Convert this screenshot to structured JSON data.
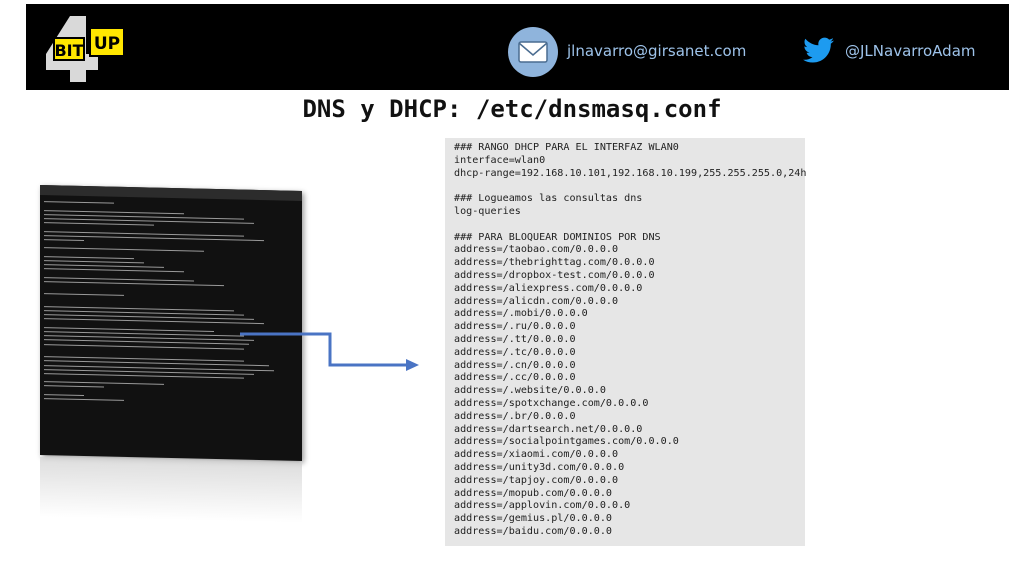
{
  "header": {
    "logo_text_left": "BIT",
    "logo_text_right": "UP",
    "logo_number": "4",
    "email": "jlnavarro@girsanet.com",
    "email_icon": "mail-envelope-icon",
    "twitter": "@JLNavarroAdam",
    "twitter_icon": "twitter-bird-icon",
    "accent_color": "#9ec3ea"
  },
  "title": "DNS y DHCP: /etc/dnsmasq.conf",
  "terminal": {
    "description_icon": "terminal-screenshot"
  },
  "code_lines": [
    "### RANGO DHCP PARA EL INTERFAZ WLAN0",
    "interface=wlan0",
    "dhcp-range=192.168.10.101,192.168.10.199,255.255.255.0,24h",
    "",
    "### Logueamos las consultas dns",
    "log-queries",
    "",
    "### PARA BLOQUEAR DOMINIOS POR DNS",
    "address=/taobao.com/0.0.0.0",
    "address=/thebrighttag.com/0.0.0.0",
    "address=/dropbox-test.com/0.0.0.0",
    "address=/aliexpress.com/0.0.0.0",
    "address=/alicdn.com/0.0.0.0",
    "address=/.mobi/0.0.0.0",
    "address=/.ru/0.0.0.0",
    "address=/.tt/0.0.0.0",
    "address=/.tc/0.0.0.0",
    "address=/.cn/0.0.0.0",
    "address=/.cc/0.0.0.0",
    "address=/.website/0.0.0.0",
    "address=/spotxchange.com/0.0.0.0",
    "address=/.br/0.0.0.0",
    "address=/dartsearch.net/0.0.0.0",
    "address=/socialpointgames.com/0.0.0.0",
    "address=/xiaomi.com/0.0.0.0",
    "address=/unity3d.com/0.0.0.0",
    "address=/tapjoy.com/0.0.0.0",
    "address=/mopub.com/0.0.0.0",
    "address=/applovin.com/0.0.0.0",
    "address=/gemius.pl/0.0.0.0",
    "address=/baidu.com/0.0.0.0"
  ]
}
